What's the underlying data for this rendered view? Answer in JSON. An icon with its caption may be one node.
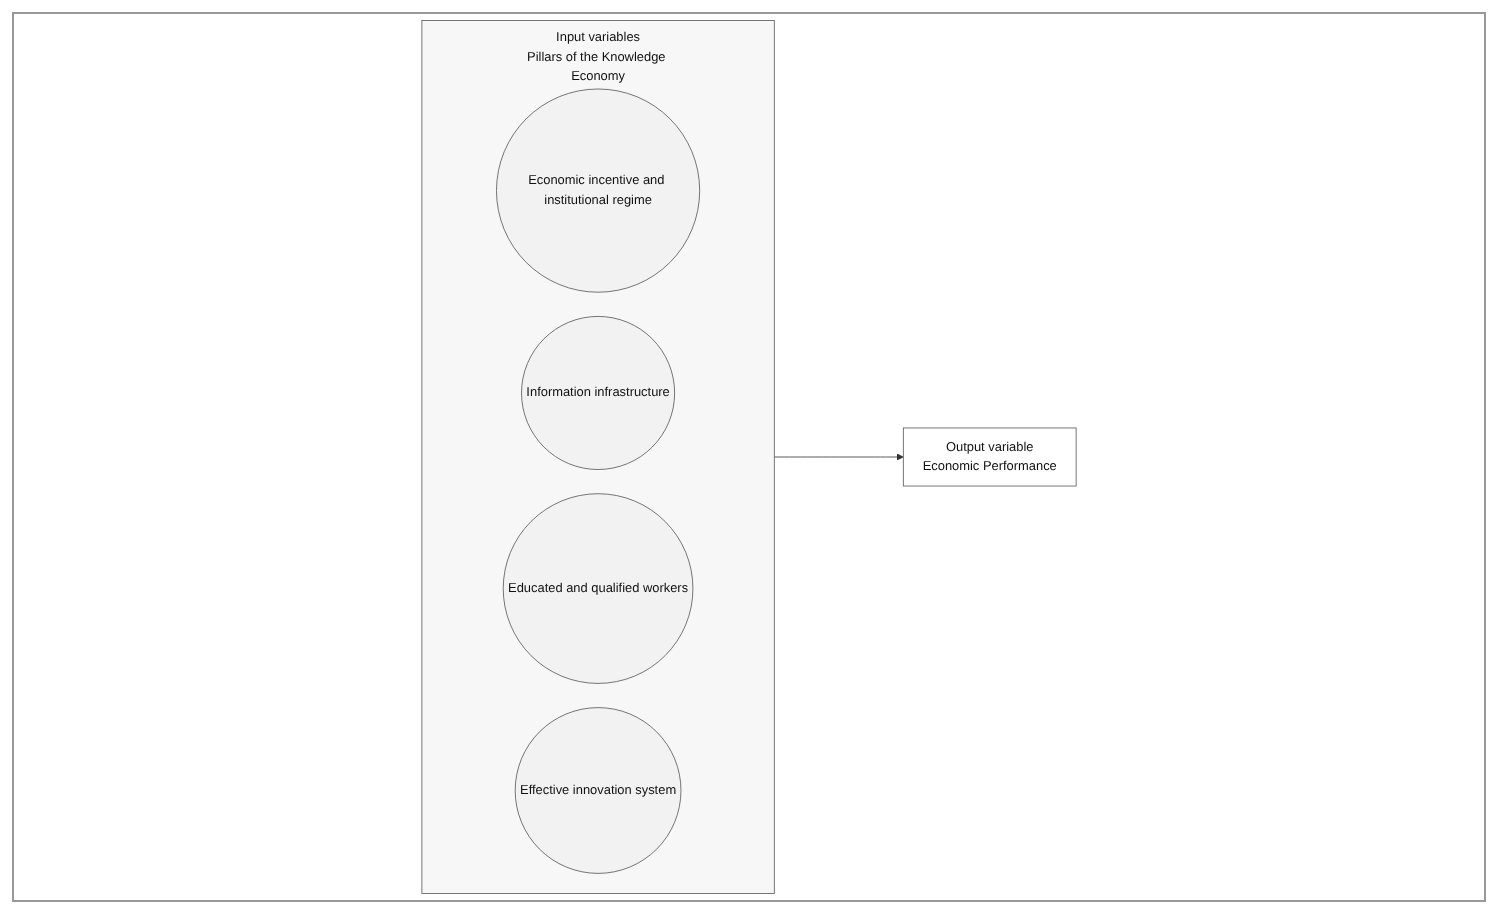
{
  "diagram": {
    "nodes": [
      {
        "text": [
          "Input variables",
          "Pillars of the Knowledge Economy"
        ]
      },
      {
        "text": [
          "Economic incentive and institutional regime"
        ],
        "in": 0
      },
      {
        "text": [
          "Information infrastructure"
        ],
        "in": 0
      },
      {
        "text": [
          "Educated and qualified workers"
        ],
        "in": 0
      },
      {
        "text": [
          "Effective innovation system"
        ],
        "in": 0
      },
      {
        "text": [
          "Output variable",
          "Economic Performance"
        ]
      }
    ],
    "edges": [
      {
        "from": 0,
        "to": 5,
        "arrow": "to"
      }
    ]
  }
}
